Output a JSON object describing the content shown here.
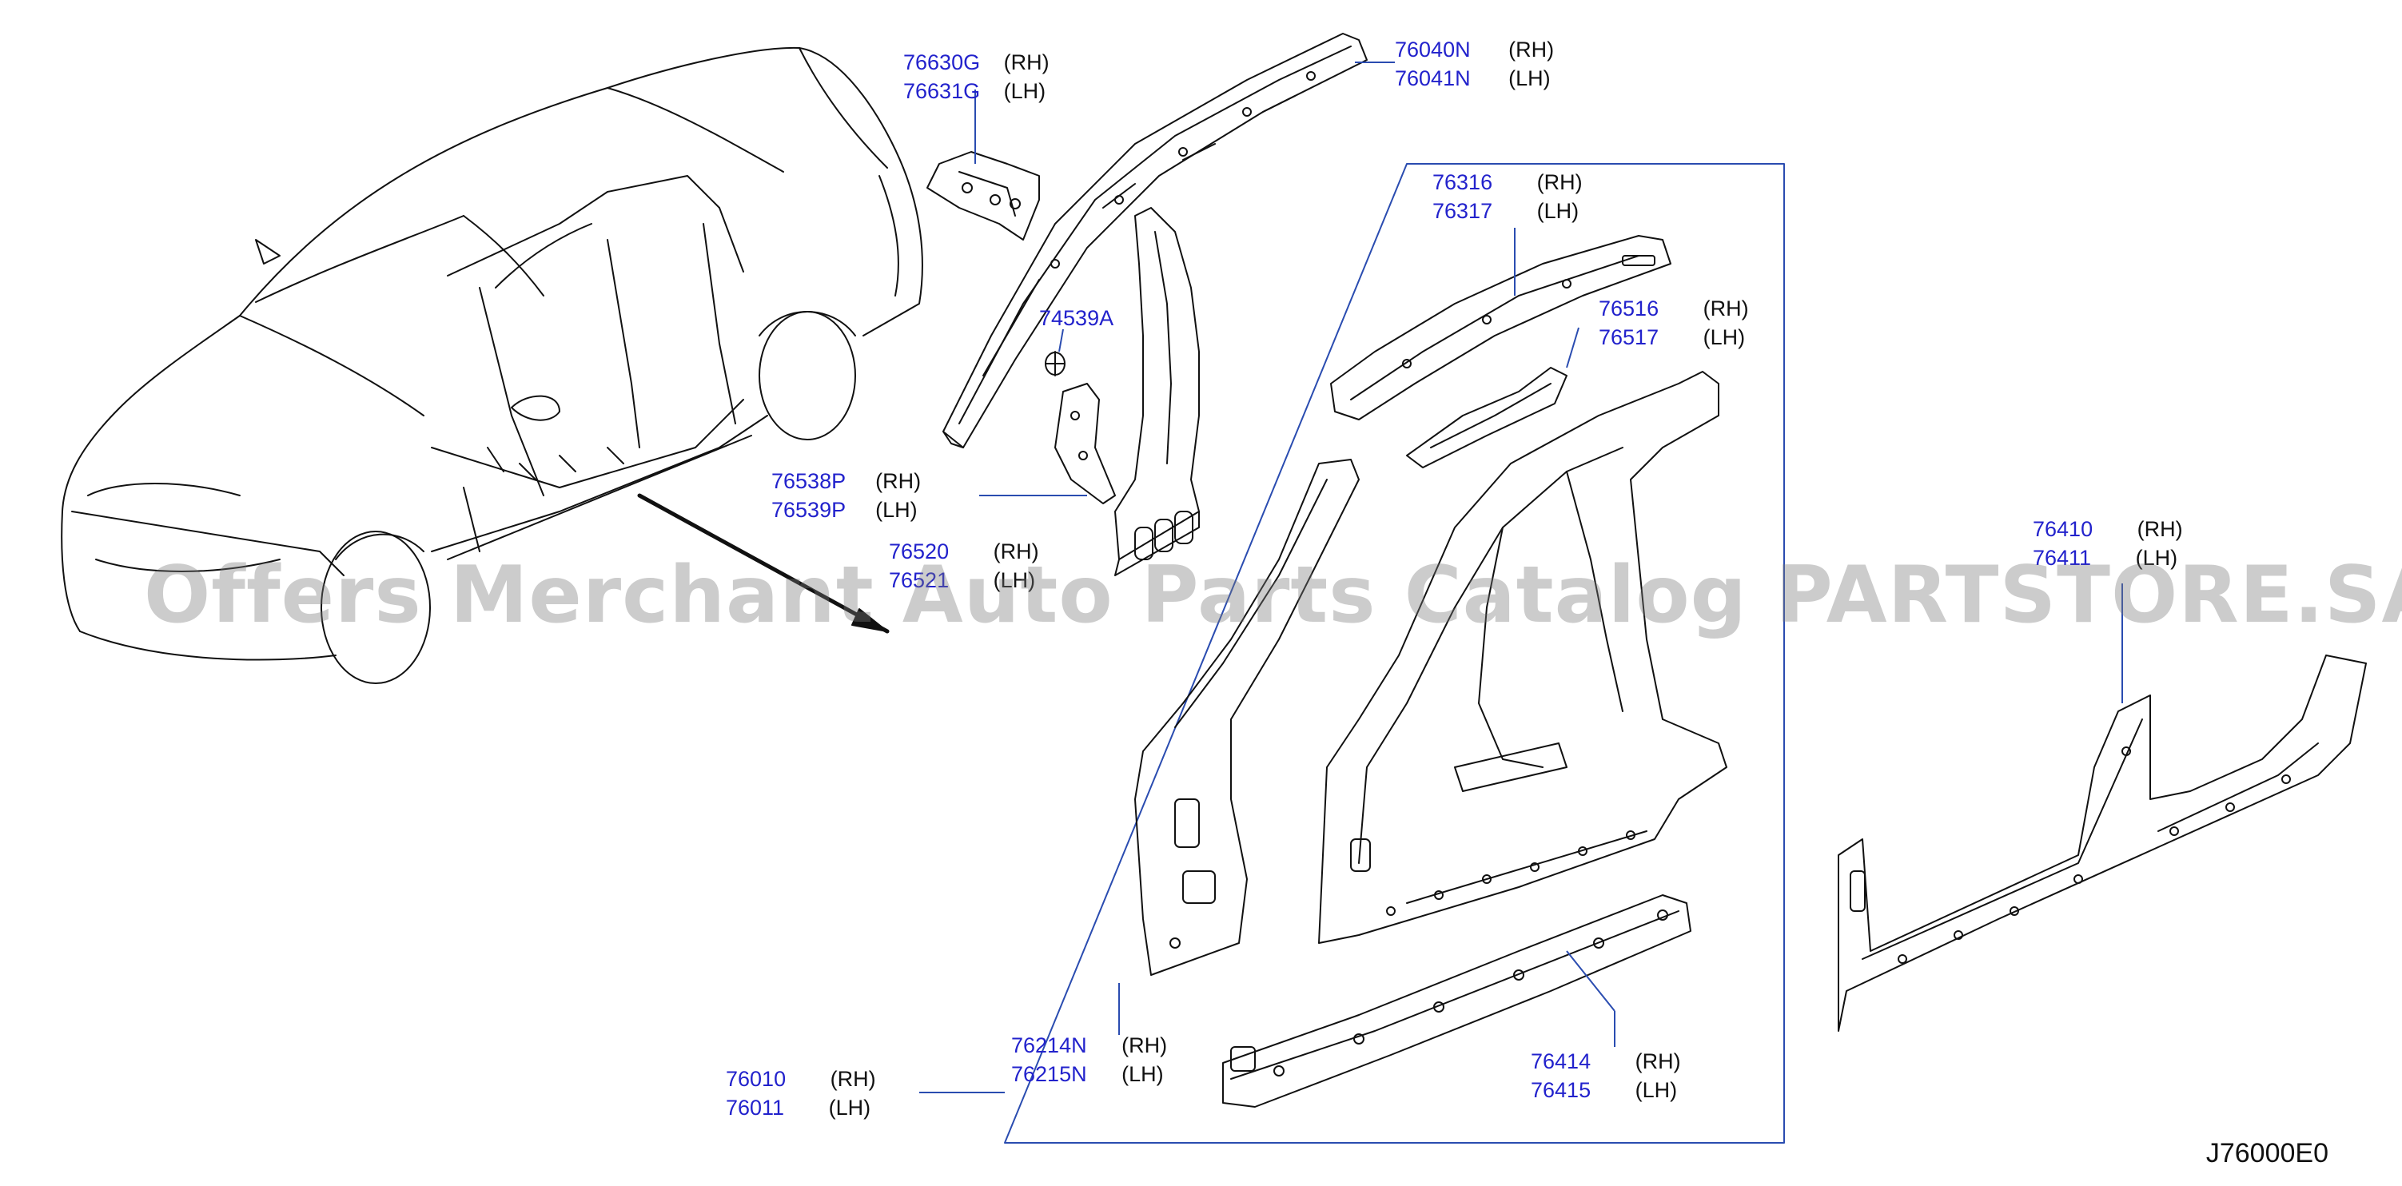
{
  "watermark": "Offers Merchant Auto Parts Catalog PARTSTORE.SA",
  "diagram_code": "J76000E0",
  "colors": {
    "part_number": "#2222cc",
    "line": "#111111",
    "leader": "#2a4cb0",
    "box": "#2a4cb0"
  },
  "callouts": [
    {
      "id": "c1",
      "rh": "76630G",
      "lh": "76631G",
      "rh_side": "(RH)",
      "lh_side": "(LH)"
    },
    {
      "id": "c2",
      "rh": "76040N",
      "lh": "76041N",
      "rh_side": "(RH)",
      "lh_side": "(LH)"
    },
    {
      "id": "c3",
      "rh": "76316",
      "lh": "76317",
      "rh_side": "(RH)",
      "lh_side": "(LH)"
    },
    {
      "id": "c4",
      "rh": "76516",
      "lh": "76517",
      "rh_side": "(RH)",
      "lh_side": "(LH)"
    },
    {
      "id": "c5",
      "single": "74539A"
    },
    {
      "id": "c6",
      "rh": "76538P",
      "lh": "76539P",
      "rh_side": "(RH)",
      "lh_side": "(LH)"
    },
    {
      "id": "c7",
      "rh": "76520",
      "lh": "76521",
      "rh_side": "(RH)",
      "lh_side": "(LH)"
    },
    {
      "id": "c8",
      "rh": "76410",
      "lh": "76411",
      "rh_side": "(RH)",
      "lh_side": "(LH)"
    },
    {
      "id": "c9",
      "rh": "76214N",
      "lh": "76215N",
      "rh_side": "(RH)",
      "lh_side": "(LH)"
    },
    {
      "id": "c10",
      "rh": "76414",
      "lh": "76415",
      "rh_side": "(RH)",
      "lh_side": "(LH)"
    },
    {
      "id": "c11",
      "rh": "76010",
      "lh": "76011",
      "rh_side": "(RH)",
      "lh_side": "(LH)"
    }
  ]
}
